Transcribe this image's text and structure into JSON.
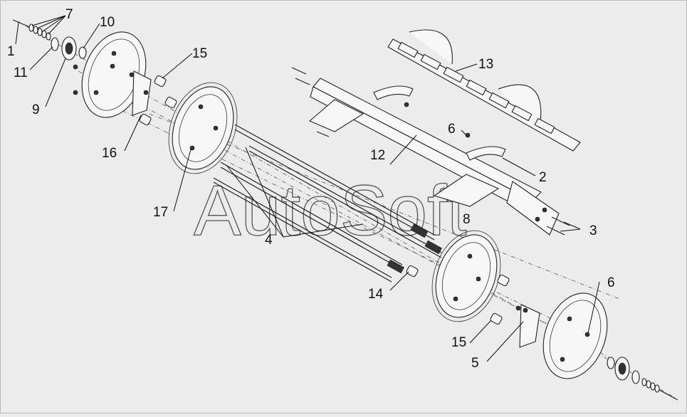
{
  "watermark": "AutoSoft",
  "callouts": {
    "c1": "1",
    "c2": "2",
    "c3": "3",
    "c4": "4",
    "c5": "5",
    "c6a": "6",
    "c6b": "6",
    "c7": "7",
    "c8": "8",
    "c9": "9",
    "c10": "10",
    "c11": "11",
    "c12": "12",
    "c13": "13",
    "c14": "14",
    "c15a": "15",
    "c15b": "15",
    "c16": "16",
    "c17": "17"
  }
}
